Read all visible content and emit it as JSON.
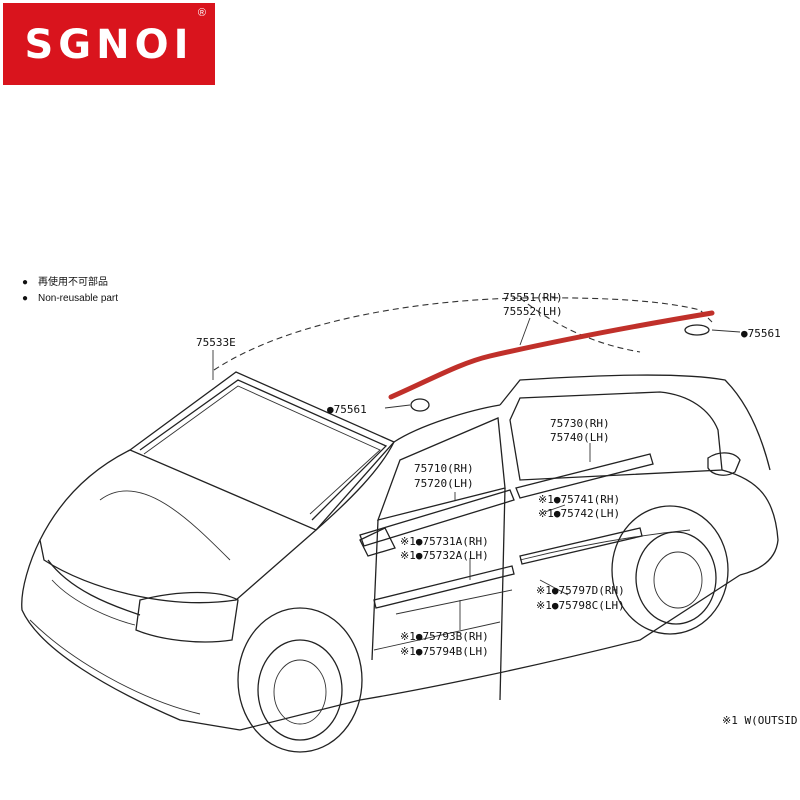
{
  "logo": {
    "brand": "SGNOI",
    "registered_mark": "®",
    "color": "#d9141d"
  },
  "legend": [
    {
      "symbol": "●",
      "text": "再使用不可部品"
    },
    {
      "symbol": "●",
      "text": "Non-reusable part"
    }
  ],
  "parts": [
    {
      "text": "75533E"
    },
    {
      "text": "75551(RH)"
    },
    {
      "text": "75552(LH)"
    },
    {
      "text": "●75561"
    },
    {
      "text": "●75561"
    },
    {
      "text": "75730(RH)"
    },
    {
      "text": "75740(LH)"
    },
    {
      "text": "75710(RH)"
    },
    {
      "text": "75720(LH)"
    },
    {
      "text": "※1●75741(RH)"
    },
    {
      "text": "※1●75742(LH)"
    },
    {
      "text": "※1●75731A(RH)"
    },
    {
      "text": "※1●75732A(LH)"
    },
    {
      "text": "※1●75797D(RH)"
    },
    {
      "text": "※1●75798C(LH)"
    },
    {
      "text": "※1●75793B(RH)"
    },
    {
      "text": "※1●75794B(LH)"
    }
  ],
  "footnote": "※1 W(OUTSID",
  "highlight_color": "#c0302a"
}
